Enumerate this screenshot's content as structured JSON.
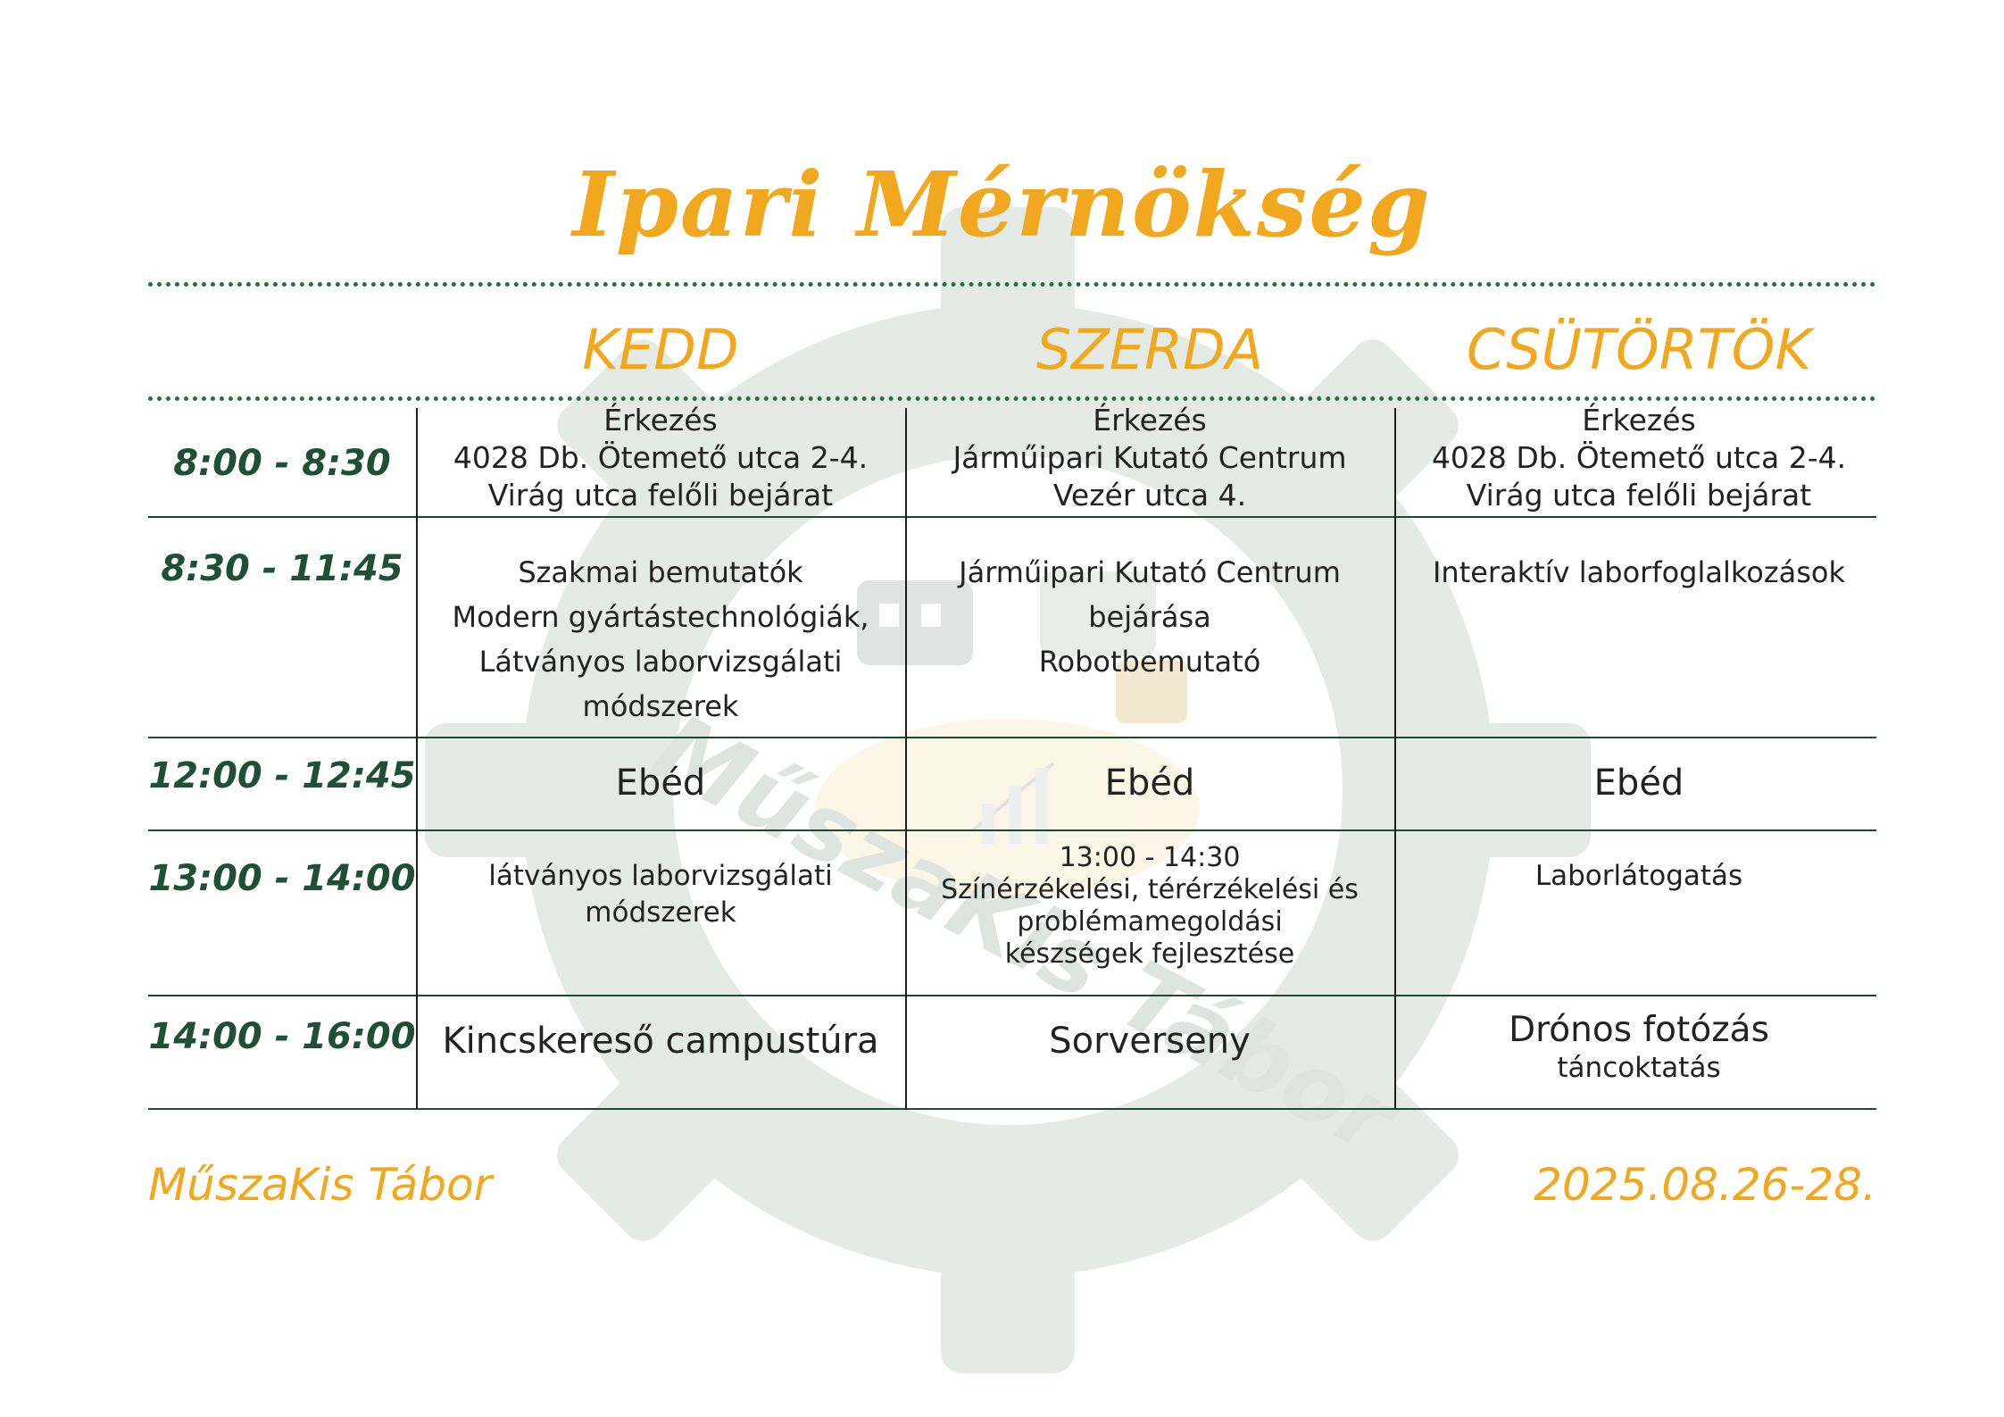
{
  "title": "Ipari Mérnökség",
  "days": [
    "KEDD",
    "SZERDA",
    "CSÜTÖRTÖK"
  ],
  "times": [
    "8:00 - 8:30",
    "8:30 - 11:45",
    "12:00 - 12:45",
    "13:00 - 14:00",
    "14:00 - 16:00"
  ],
  "rows": [
    [
      [
        "Érkezés",
        "4028 Db. Ötemető utca 2-4.",
        "Virág utca felőli bejárat"
      ],
      [
        "Érkezés",
        "Járműipari Kutató Centrum",
        "Vezér utca 4."
      ],
      [
        "Érkezés",
        "4028 Db. Ötemető utca 2-4.",
        "Virág utca felőli bejárat"
      ]
    ],
    [
      [
        "Szakmai bemutatók",
        "Modern gyártástechnológiák,",
        "Látványos laborvizsgálati",
        "módszerek"
      ],
      [
        "Járműipari Kutató Centrum",
        "bejárása",
        "Robotbemutató"
      ],
      [
        "Interaktív laborfoglalkozások"
      ]
    ],
    [
      [
        "Ebéd"
      ],
      [
        "Ebéd"
      ],
      [
        "Ebéd"
      ]
    ],
    [
      [
        "látványos laborvizsgálati",
        "módszerek"
      ],
      [
        "13:00 - 14:30",
        "Színérzékelési, térérzékelési és",
        "problémamegoldási",
        "készségek fejlesztése"
      ],
      [
        "Laborlátogatás"
      ]
    ],
    [
      [
        "Kincskereső campustúra"
      ],
      [
        "Sorverseny"
      ],
      [
        "Drónos fotózás",
        "táncoktatás"
      ]
    ]
  ],
  "footer": {
    "left": "MűszaKis Tábor",
    "right": "2025.08.26-28."
  },
  "watermark": {
    "text": "MűszaKis Tábor",
    "icon": "gear-robot-logo"
  },
  "colors": {
    "accent": "#F2A81E",
    "green": "#1F5036",
    "watermark": "#E3E9E5"
  }
}
